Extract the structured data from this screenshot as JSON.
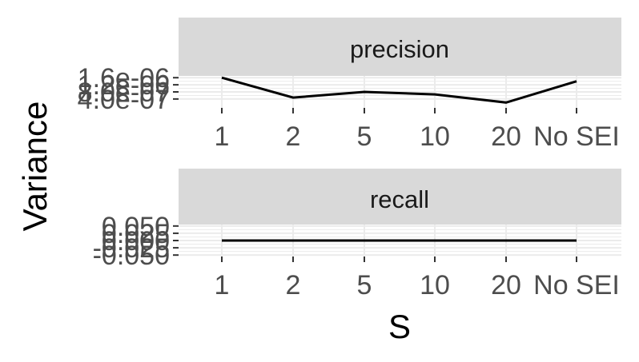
{
  "xlabel": "S",
  "ylabel": "Variance",
  "colors": {
    "line": "#000000",
    "strip": "#d9d9d9",
    "grid": "#ebebeb",
    "tick_text": "#4d4d4d"
  },
  "chart_data": [
    {
      "type": "line",
      "title": "precision",
      "categories": [
        "1",
        "2",
        "5",
        "10",
        "20",
        "No SEI"
      ],
      "values": [
        1.6e-06,
        4.8e-07,
        8e-07,
        6.6e-07,
        2e-07,
        1.4e-06
      ],
      "ylim": [
        -1e-07,
        1.7e-06
      ],
      "yticks": [
        4e-07,
        8e-07,
        1.2e-06,
        1.6e-06
      ],
      "ytick_labels": [
        "4.0e-07",
        "8.0e-07",
        "1.2e-06",
        "1.6e-06"
      ],
      "grid": true
    },
    {
      "type": "line",
      "title": "recall",
      "categories": [
        "1",
        "2",
        "5",
        "10",
        "20",
        "No SEI"
      ],
      "values": [
        0,
        0,
        0,
        0,
        0,
        0
      ],
      "ylim": [
        -0.055,
        0.055
      ],
      "yticks": [
        -0.05,
        -0.025,
        0.0,
        0.025,
        0.05
      ],
      "ytick_labels": [
        "-0.050",
        "-0.025",
        "0.000",
        "0.025",
        "0.050"
      ],
      "grid": true
    }
  ]
}
